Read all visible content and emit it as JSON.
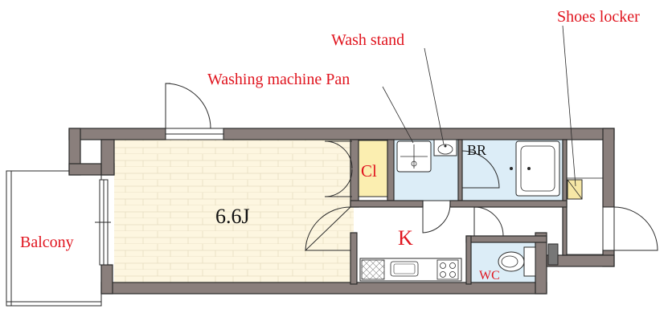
{
  "labels": {
    "shoes_locker": "Shoes locker",
    "wash_stand": "Wash stand",
    "washing_machine_pan": "Washing machine Pan",
    "bath_room": "BR",
    "closet": "Cl",
    "main_room": "6.6J",
    "kitchen": "K",
    "balcony": "Balcony",
    "toilet": "WC"
  },
  "colors": {
    "label_red": "#e0141e",
    "wall": "#8a7f7c",
    "floor_room": "#fdf6e0",
    "floor_closet": "#fbeeb0",
    "floor_wet": "#dcedf7",
    "shoes_locker_fill": "#f6e7a6"
  }
}
